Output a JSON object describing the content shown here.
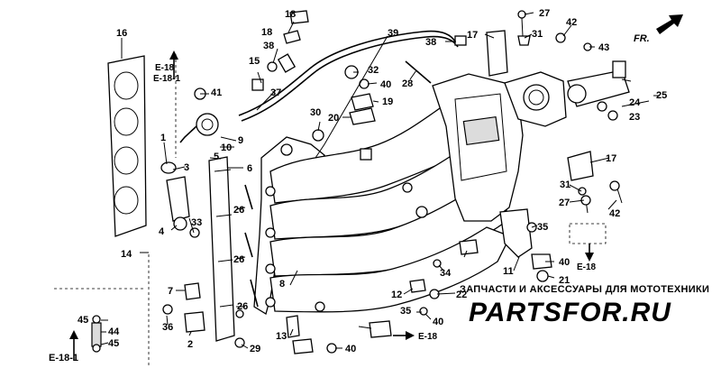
{
  "diagram": {
    "direction_label": "FR.",
    "watermark": {
      "tagline": "ЗАПЧАСТИ И АКСЕССУАРЫ ДЛЯ МОТОТЕХНИКИ",
      "logo": "PARTSFOR.RU"
    },
    "references": {
      "top_left_a": "E-18",
      "top_left_b": "E-18-1",
      "bottom_left": "E-18-1",
      "bottom_center": "E-18",
      "right": "E-18"
    },
    "callouts": {
      "c1": "1",
      "c2": "2",
      "c3": "3",
      "c4": "4",
      "c5": "5",
      "c6": "6",
      "c7": "7",
      "c8": "8",
      "c9": "9",
      "c10": "10",
      "c11": "11",
      "c12": "12",
      "c13": "13",
      "c14": "14",
      "c15": "15",
      "c16": "16",
      "c17a": "17",
      "c17b": "17",
      "c18a": "18",
      "c18b": "18",
      "c19": "19",
      "c20": "20",
      "c21": "21",
      "c22": "22",
      "c23": "23",
      "c24": "24",
      "c25": "25",
      "c26a": "26",
      "c26b": "26",
      "c26c": "26",
      "c27a": "27",
      "c27b": "27",
      "c28": "28",
      "c29": "29",
      "c30": "30",
      "c31a": "31",
      "c31b": "31",
      "c32": "32",
      "c33": "33",
      "c34": "34",
      "c35a": "35",
      "c35b": "35",
      "c36": "36",
      "c37": "37",
      "c38a": "38",
      "c38b": "38",
      "c39": "39",
      "c40a": "40",
      "c40b": "40",
      "c40c": "40",
      "c40d": "40",
      "c41": "41",
      "c42a": "42",
      "c42b": "42",
      "c43": "43",
      "c44": "44",
      "c45a": "45",
      "c45b": "45"
    }
  }
}
